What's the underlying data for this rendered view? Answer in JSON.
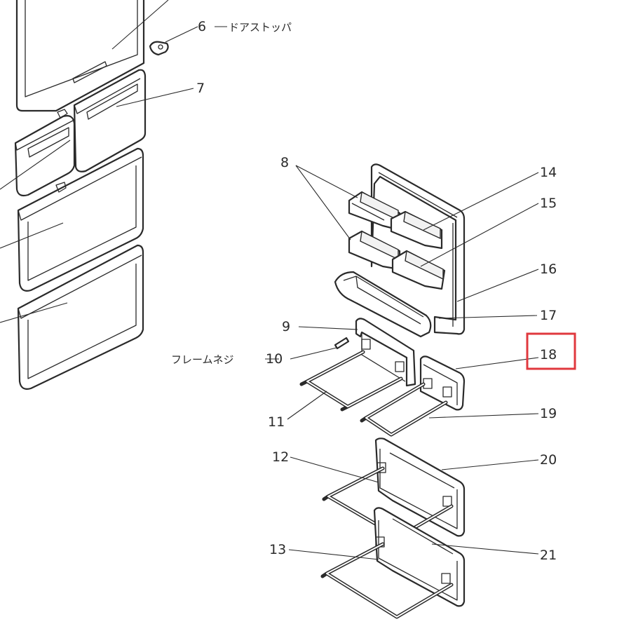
{
  "labels": {
    "n6": "6",
    "n6_text": "ドアストッパ",
    "n7": "7",
    "n8": "8",
    "n9": "9",
    "n10": "10",
    "n10_text": "フレームネジ",
    "n11": "11",
    "n12": "12",
    "n13": "13",
    "n14": "14",
    "n15": "15",
    "n16": "16",
    "n17": "17",
    "n18": "18",
    "n19": "19",
    "n20": "20",
    "n21": "21"
  },
  "highlight": {
    "target": "18",
    "color": "#e0383e"
  }
}
